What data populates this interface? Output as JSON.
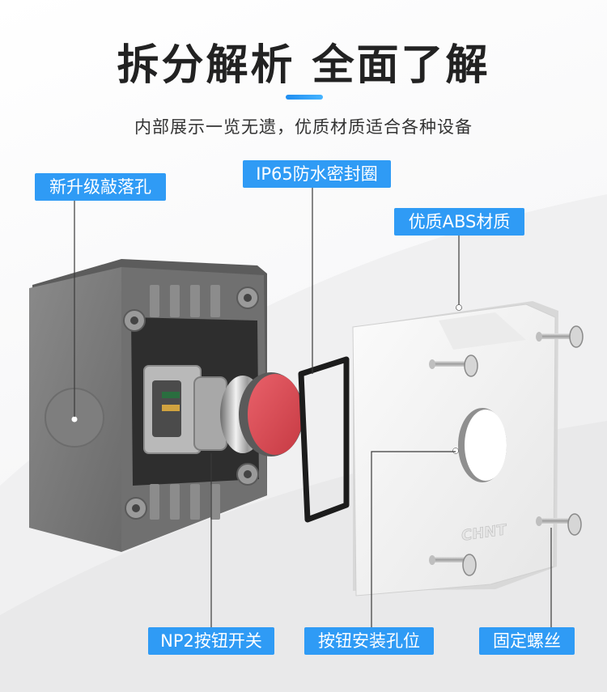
{
  "header": {
    "title": "拆分解析 全面了解",
    "subtitle": "内部展示一览无遗，优质材质适合各种设备"
  },
  "callouts": {
    "knockout_hole": "新升级敲落孔",
    "seal_ring": "IP65防水密封圈",
    "abs_material": "优质ABS材质",
    "np2_button": "NP2按钮开关",
    "button_hole": "按钮安装孔位",
    "screws": "固定螺丝"
  },
  "product": {
    "cover_brand_mark": "CHNT"
  },
  "colors": {
    "accent_blue": "#2f9bf5",
    "box_gray": "#7a7a7a",
    "button_red": "#d9464f",
    "cover_white": "#f4f4f4"
  }
}
